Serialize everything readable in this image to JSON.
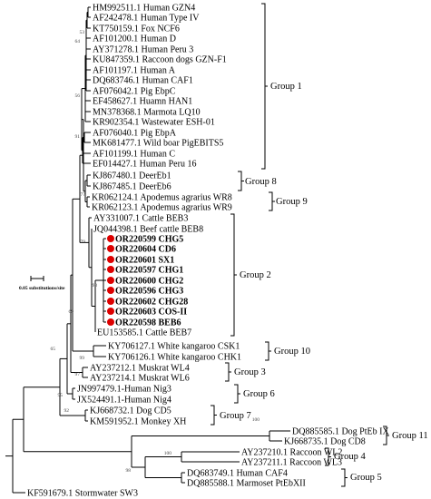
{
  "tree": {
    "scale_bar_label": "0.05 substitutions/site",
    "highlight_color": "#dd0000",
    "tips": [
      "HM992511.1 Human GZN4",
      "AF242478.1 Human Type IV",
      "KT750159.1 Fox NCF6",
      "AF101200.1 Human D",
      "AY371278.1 Human Peru 3",
      "KU847359.1 Raccoon dogs GZN-F1",
      "AF101197.1 Human A",
      "DQ683746.1 Human CAF1",
      "AF076042.1 Pig EbpC",
      "EF458627.1 Huamn HAN1",
      "MN378368.1 Marmota LQ10",
      "KR902354.1 Wastewater ESH-01",
      "AF076040.1 Pig EbpA",
      "MK681477.1 Wild boar PigEBITS5",
      "AF101199.1 Human C",
      "EF014427.1 Human Peru 16",
      "KJ867480.1 DeerEb1",
      "KJ867485.1 DeerEb6",
      "KR062124.1 Apodemus agrarius WR8",
      "KR062123.1 Apodemus agrarius WR9",
      "AY331007.1 Cattle BEB3",
      "JQ044398.1 Beef cattle BEB8",
      "OR220599 CHG5",
      "OR220604 CD6",
      "OR220601 SX1",
      "OR220597 CHG1",
      "OR220600 CHG2",
      "OR220596 CHG3",
      "OR220602 CHG28",
      "OR220603 COS-II",
      "OR220598 BEB6",
      "EU153585.1 Cattle BEB7",
      "KY706127.1 White kangaroo CSK1",
      "KY706126.1 White kangaroo CHK1",
      "AY237212.1 Muskrat WL4",
      "AY237214.1 Muskrat WL6",
      "JN997479.1-Human Nig3",
      "JX524491.1-Human Nig4",
      "KJ668732.1 Dog CD5",
      "KM591952.1 Monkey XH",
      "DQ885585.1 Dog PtEb IX",
      "KJ668735.1 Dog CD8",
      "AY237210.1 Raccoon WL2",
      "AY237211.1 Raccoon WL3",
      "DQ683749.1 Human CAF4",
      "DQ885588.1 Marmoset PtEbXII",
      "KF591679.1 Stormwater SW3"
    ],
    "groups": [
      "Group 1",
      "Group 8",
      "Group 9",
      "Group 2",
      "Group 10",
      "Group 3",
      "Group 6",
      "Group 7",
      "Group 11",
      "Group 4",
      "Group 5"
    ],
    "bootstraps": [
      "53",
      "64",
      "56",
      "91",
      "77",
      "79",
      "98",
      "69",
      "99",
      "97",
      "95",
      "92",
      "65",
      "100",
      "100",
      "98"
    ]
  }
}
